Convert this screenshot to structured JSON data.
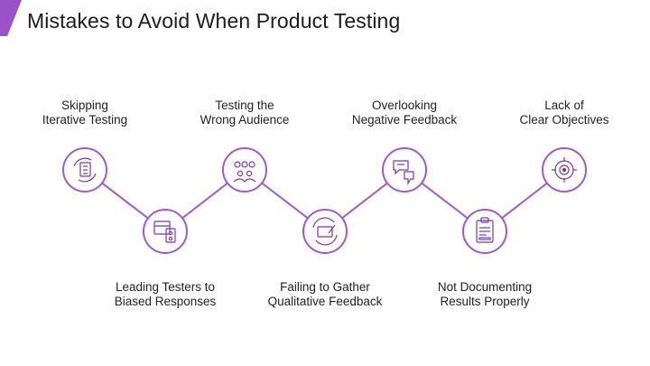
{
  "title": "Mistakes to Avoid When Product Testing",
  "colors": {
    "accent": "#9b51c7",
    "circle_border": "#a05bc6",
    "line": "#a05bc6",
    "text": "#222222"
  },
  "steps": [
    {
      "lines": [
        "Skipping",
        "Iterative Testing"
      ],
      "icon": "checklist-cycle-icon"
    },
    {
      "lines": [
        "Leading Testers to",
        "Biased Responses"
      ],
      "icon": "survey-box-icon"
    },
    {
      "lines": [
        "Testing the",
        "Wrong Audience"
      ],
      "icon": "target-audience-icon"
    },
    {
      "lines": [
        "Failing to Gather",
        "Qualitative Feedback"
      ],
      "icon": "feedback-cycle-icon"
    },
    {
      "lines": [
        "Overlooking",
        "Negative Feedback"
      ],
      "icon": "chat-thumbs-down-icon"
    },
    {
      "lines": [
        "Not Documenting",
        "Results Properly"
      ],
      "icon": "clipboard-report-icon"
    },
    {
      "lines": [
        "Lack of",
        "Clear Objectives"
      ],
      "icon": "target-icon"
    }
  ]
}
